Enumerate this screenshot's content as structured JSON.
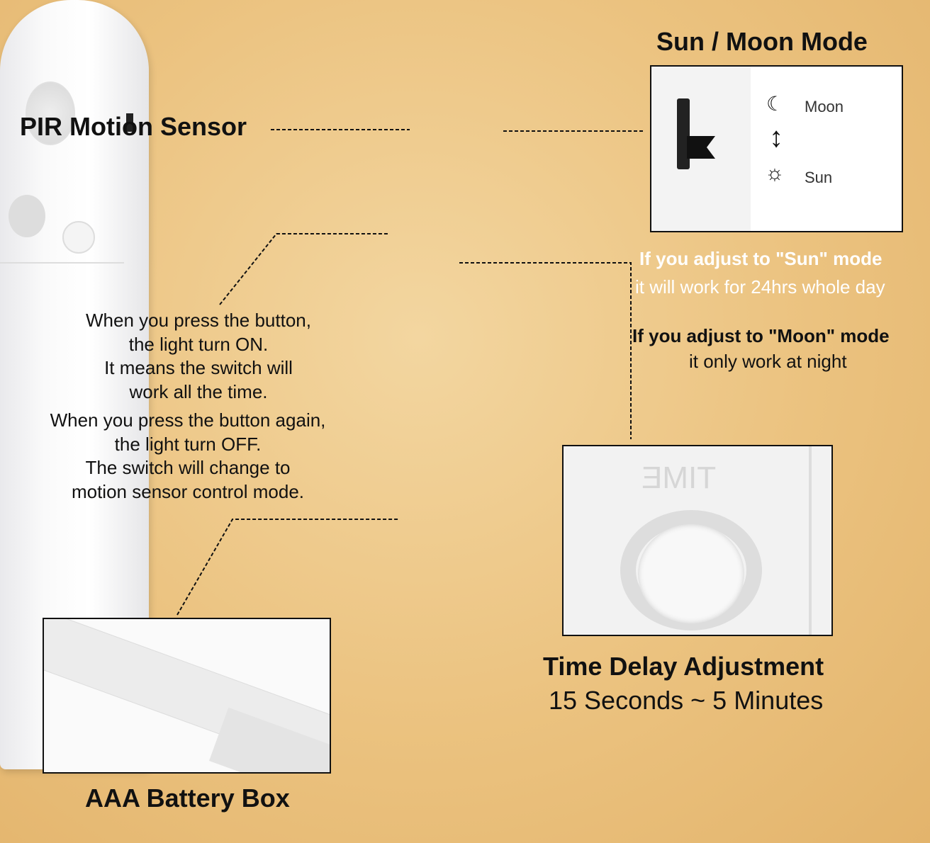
{
  "labels": {
    "pir": "PIR Motion Sensor",
    "sun_moon_title": "Sun / Moon Mode",
    "moon": "Moon",
    "sun": "Sun",
    "sun_mode_title": "If you adjust to \"Sun\" mode",
    "sun_mode_desc": "it will work for 24hrs whole day",
    "moon_mode_title": "If you adjust to \"Moon\" mode",
    "moon_mode_desc": "it only work at night",
    "button_desc": [
      "When you press the button,",
      "the light turn ON.",
      "It means the switch will",
      "work all the time."
    ],
    "button_again_desc": [
      "When you press the button again,",
      "the light turn OFF.",
      "The switch will change to",
      "motion sensor control mode."
    ],
    "time_delay_title": "Time Delay Adjustment",
    "time_delay_range": "15 Seconds ~ 5 Minutes",
    "time_dial_label": "TIME",
    "battery_title": "AAA Battery Box"
  }
}
